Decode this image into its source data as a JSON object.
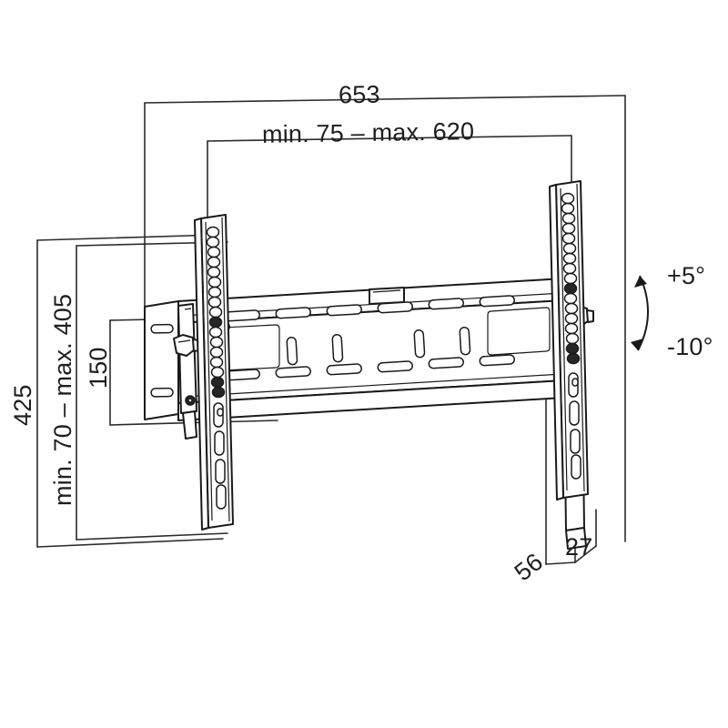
{
  "drawing": {
    "title": "TV wall mount tilt bracket technical drawing",
    "background_color": "#ffffff",
    "line_color": "#1a1a1a",
    "text_color": "#1f1f1f",
    "units": "mm",
    "view": "isometric-ish front three-quarter view"
  },
  "dimensions": {
    "overall_width": "653",
    "mount_width_range": "min. 75 – max. 620",
    "overall_height": "425",
    "mount_height_range": "min. 70 – max. 405",
    "plate_height": "150",
    "depth_front": "56",
    "depth_rear": "27"
  },
  "tilt": {
    "up_label": "+5°",
    "down_label": "-10°",
    "arrow_icon": "double-headed-curved-arrow"
  },
  "parts": {
    "left_rail": {
      "name": "left-vertical-rail",
      "round_hole_count": 17,
      "slot_count": 6
    },
    "right_rail": {
      "name": "right-vertical-rail",
      "round_hole_count": 17,
      "slot_count": 6
    },
    "wall_plate": {
      "name": "horizontal-wall-plate"
    },
    "tilt_knob_left": {
      "name": "tilt-adjust-knob-left",
      "icon": "hex-knob-icon"
    },
    "tilt_knob_right": {
      "name": "tilt-adjust-knob-right",
      "icon": "hex-knob-icon"
    },
    "center_tab": {
      "name": "center-lock-tab"
    }
  }
}
